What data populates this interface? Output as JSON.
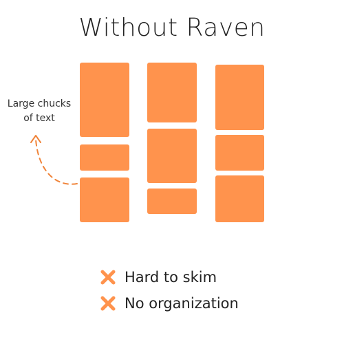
{
  "title": "Without Raven",
  "annotation": [
    "Large chucks",
    "of text"
  ],
  "accent_color": "#ff934d",
  "columns": [
    {
      "blocks": [
        "text-block",
        "text-block",
        "text-block"
      ]
    },
    {
      "blocks": [
        "text-block",
        "text-block",
        "text-block"
      ]
    },
    {
      "blocks": [
        "text-block",
        "text-block",
        "text-block"
      ]
    }
  ],
  "bullets": [
    {
      "icon": "x-icon",
      "text": "Hard to skim"
    },
    {
      "icon": "x-icon",
      "text": "No organization"
    }
  ]
}
